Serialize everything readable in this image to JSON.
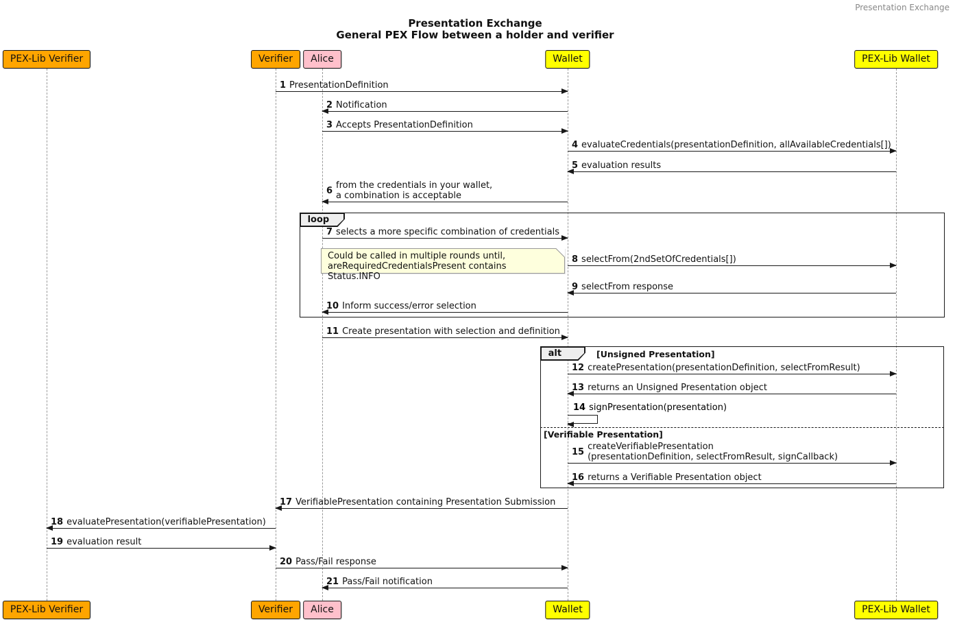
{
  "frame_header": "Presentation Exchange",
  "title": {
    "line1": "Presentation Exchange",
    "line2": "General PEX Flow between a holder and verifier"
  },
  "participants": [
    {
      "name": "PEX-Lib Verifier",
      "color": "#FFA500"
    },
    {
      "name": "Verifier",
      "color": "#FFA500"
    },
    {
      "name": "Alice",
      "color": "#FFC0CB"
    },
    {
      "name": "Wallet",
      "color": "#FFFF00"
    },
    {
      "name": "PEX-Lib Wallet",
      "color": "#FFFF00"
    }
  ],
  "messages": [
    {
      "num": "1",
      "text": "PresentationDefinition",
      "from": "Verifier",
      "to": "Wallet"
    },
    {
      "num": "2",
      "text": "Notification",
      "from": "Wallet",
      "to": "Alice"
    },
    {
      "num": "3",
      "text": "Accepts PresentationDefinition",
      "from": "Alice",
      "to": "Wallet"
    },
    {
      "num": "4",
      "text": "evaluateCredentials(presentationDefinition, allAvailableCredentials[])",
      "from": "Wallet",
      "to": "PEX-Lib Wallet"
    },
    {
      "num": "5",
      "text": "evaluation results",
      "from": "PEX-Lib Wallet",
      "to": "Wallet"
    },
    {
      "num": "6",
      "text": "from the credentials in your wallet,\na combination is acceptable",
      "from": "Wallet",
      "to": "Alice"
    },
    {
      "num": "7",
      "text": "selects a more specific combination of credentials",
      "from": "Alice",
      "to": "Wallet"
    },
    {
      "num": "8",
      "text": "selectFrom(2ndSetOfCredentials[])",
      "from": "Wallet",
      "to": "PEX-Lib Wallet"
    },
    {
      "num": "9",
      "text": "selectFrom response",
      "from": "PEX-Lib Wallet",
      "to": "Wallet"
    },
    {
      "num": "10",
      "text": "Inform success/error selection",
      "from": "Wallet",
      "to": "Alice"
    },
    {
      "num": "11",
      "text": "Create presentation with selection and definition",
      "from": "Alice",
      "to": "Wallet"
    },
    {
      "num": "12",
      "text": "createPresentation(presentationDefinition, selectFromResult)",
      "from": "Wallet",
      "to": "PEX-Lib Wallet"
    },
    {
      "num": "13",
      "text": "returns an Unsigned Presentation object",
      "from": "PEX-Lib Wallet",
      "to": "Wallet"
    },
    {
      "num": "14",
      "text": "signPresentation(presentation)",
      "from": "Wallet",
      "to": "Wallet"
    },
    {
      "num": "15",
      "text": "createVerifiablePresentation\n(presentationDefinition, selectFromResult, signCallback)",
      "from": "Wallet",
      "to": "PEX-Lib Wallet"
    },
    {
      "num": "16",
      "text": "returns a Verifiable Presentation object",
      "from": "PEX-Lib Wallet",
      "to": "Wallet"
    },
    {
      "num": "17",
      "text": "VerifiablePresentation containing Presentation Submission",
      "from": "Wallet",
      "to": "Verifier"
    },
    {
      "num": "18",
      "text": "evaluatePresentation(verifiablePresentation)",
      "from": "Verifier",
      "to": "PEX-Lib Verifier"
    },
    {
      "num": "19",
      "text": "evaluation result",
      "from": "PEX-Lib Verifier",
      "to": "Verifier"
    },
    {
      "num": "20",
      "text": "Pass/Fail response",
      "from": "Verifier",
      "to": "Wallet"
    },
    {
      "num": "21",
      "text": "Pass/Fail notification",
      "from": "Wallet",
      "to": "Alice"
    }
  ],
  "frames": {
    "loop": {
      "label": "loop"
    },
    "alt": {
      "label": "alt",
      "condition_unsigned": "[Unsigned Presentation]",
      "condition_verifiable": "[Verifiable Presentation]"
    }
  },
  "note": {
    "text": "Could be called in multiple rounds until,\nareRequiredCredentialsPresent contains Status.INFO"
  },
  "colors": {
    "participant_orange": "#FFA500",
    "participant_pink": "#FFC0CB",
    "participant_yellow": "#FFFF00",
    "note_bg": "#FEFFDD",
    "frame_label_bg": "#EEEEEE",
    "border": "#181818",
    "lifeline": "#999999",
    "header_text": "#888888"
  }
}
